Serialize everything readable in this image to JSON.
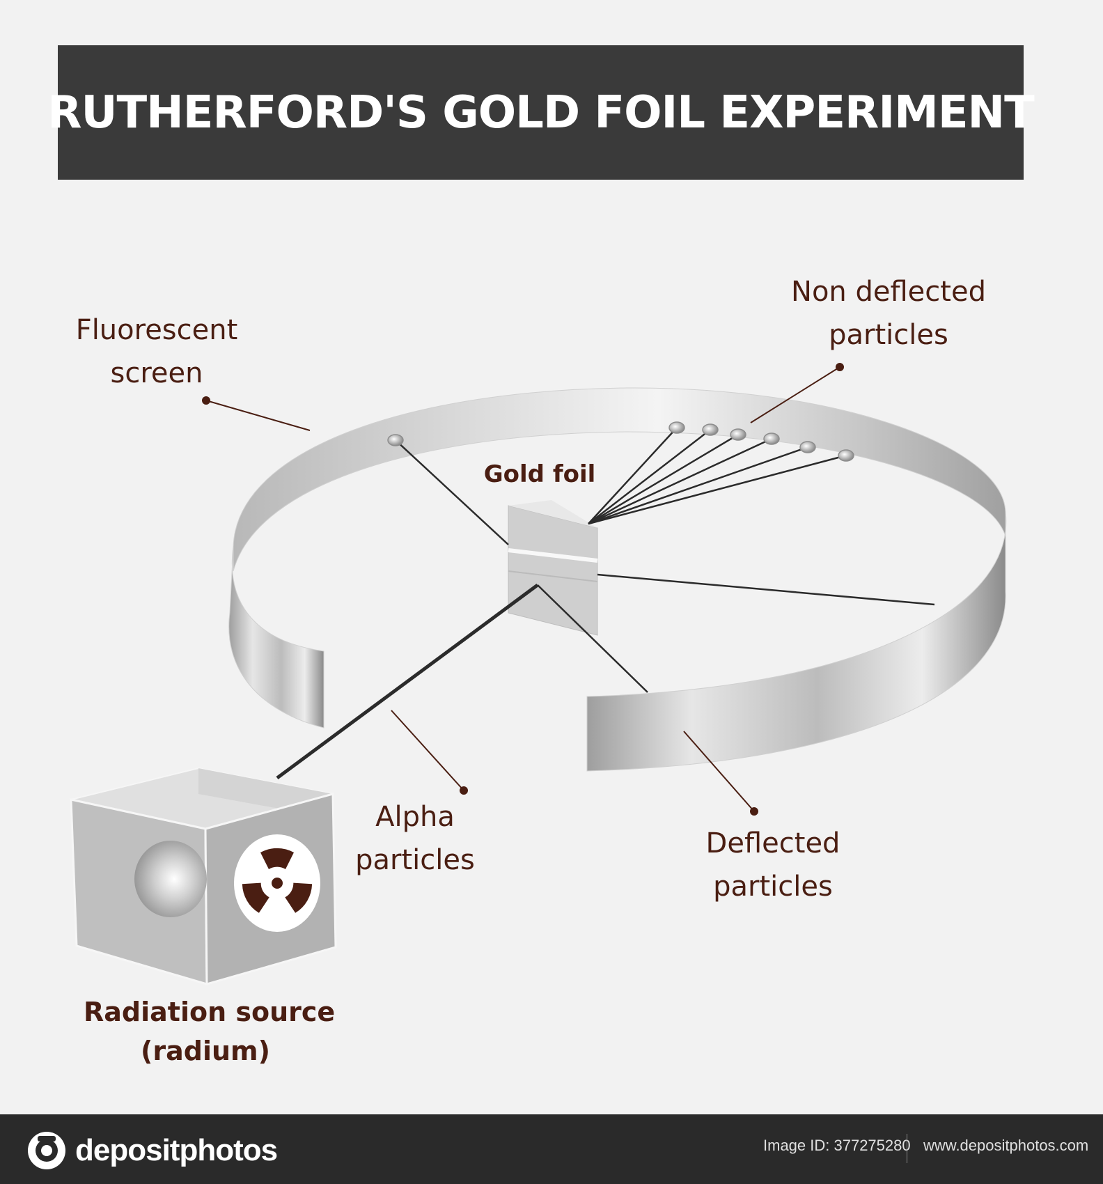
{
  "title": "RUTHERFORD'S GOLD FOIL EXPERIMENT",
  "labels": {
    "fluorescent_screen": [
      "Fluorescent",
      "screen"
    ],
    "non_deflected": [
      "Non deflected",
      "particles"
    ],
    "gold_foil": "Gold foil",
    "alpha": [
      "Alpha",
      "particles"
    ],
    "deflected": [
      "Deflected",
      "particles"
    ],
    "source": [
      "Radiation source",
      "(radium)"
    ]
  },
  "footer": {
    "brand": "depositphotos",
    "image_id": "Image ID: 377275280",
    "url": "www.depositphotos.com"
  },
  "colors": {
    "label_text": "#4a1e12",
    "title_bar": "#3a3a3a",
    "footer_bar": "#2a2a2a",
    "leader_line": "#4a1e12",
    "background": "#f2f2f2"
  }
}
